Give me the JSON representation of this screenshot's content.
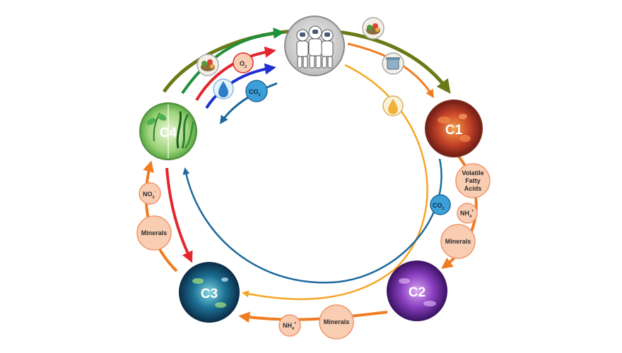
{
  "nodes": {
    "c1": {
      "label": "C1"
    },
    "c2": {
      "label": "C2"
    },
    "c3": {
      "label": "C3"
    },
    "c4": {
      "label": "C4"
    }
  },
  "bubbles": {
    "o2": {
      "main": "O",
      "sub": "2"
    },
    "co2_left": {
      "main": "CO",
      "sub": "2"
    },
    "co2_right": {
      "main": "CO",
      "sub": "2"
    },
    "vfa": {
      "line1": "Volatile",
      "line2": "Fatty",
      "line3": "Acids"
    },
    "nh4_right": {
      "main": "NH",
      "sub": "4",
      "sup": "+"
    },
    "minerals_right": {
      "text": "Minerals"
    },
    "minerals_bottom": {
      "text": "Minerals"
    },
    "nh4_bottom": {
      "main": "NH",
      "sub": "4",
      "sup": "+"
    },
    "minerals_left": {
      "text": "Minerals"
    },
    "no2_left": {
      "main": "NO",
      "sub": "2",
      "sup": "-"
    }
  },
  "colors": {
    "olive": "#6b7a17",
    "green": "#1e8f3a",
    "red": "#e3262d",
    "blue": "#1f2fd1",
    "teal": "#1d6a9a",
    "orange": "#f07c22",
    "amber": "#f5a623",
    "bubble_fill": "#f9cdb2",
    "bubble_stroke": "#f0956a",
    "co2_fill": "#3d9fd8"
  },
  "icons": [
    "astronauts-icon",
    "food-bowl-icon",
    "waste-bin-icon",
    "oil-drop-icon",
    "water-drop-icon",
    "plant-icon"
  ]
}
